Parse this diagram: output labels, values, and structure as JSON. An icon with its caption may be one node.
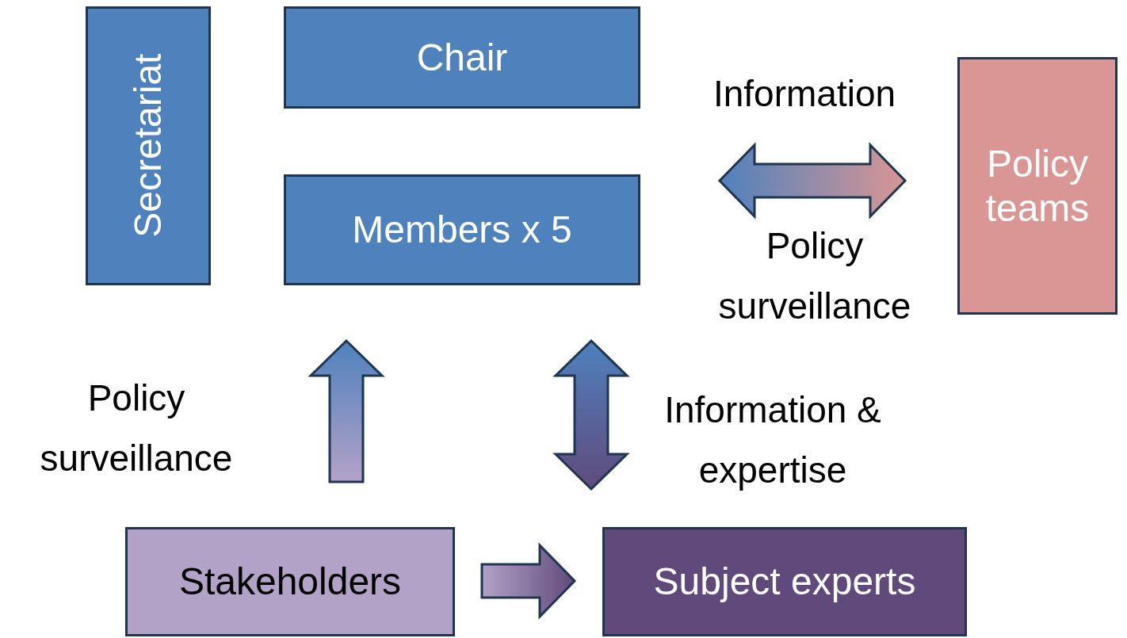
{
  "diagram": {
    "nodes": [
      {
        "text": [
          "Secretariat"
        ]
      },
      {
        "text": [
          "Chair"
        ]
      },
      {
        "text": [
          "Members x 5"
        ]
      },
      {
        "text": [
          "Policy teams"
        ]
      },
      {
        "text": [
          "Stakeholders"
        ]
      },
      {
        "text": [
          "Subject experts"
        ]
      }
    ],
    "edges": [
      {
        "from": 2,
        "to": 3,
        "arrow": "both",
        "label": "Information"
      },
      {
        "from": 4,
        "to": 2,
        "arrow": "to",
        "label": "Policy surveillance"
      },
      {
        "from": 2,
        "to": 5,
        "arrow": "both",
        "label": "Information & expertise"
      },
      {
        "from": 4,
        "to": 5,
        "arrow": "to"
      }
    ],
    "labels": [
      "Policy surveillance"
    ]
  }
}
